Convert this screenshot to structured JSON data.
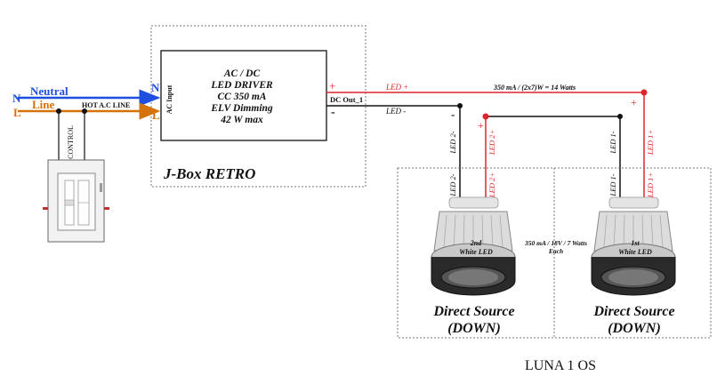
{
  "colors": {
    "neutral": "#1f4fe0",
    "line": "#d4720c",
    "positive": "#e0242a",
    "negative": "#111111"
  },
  "input": {
    "n": "N",
    "l": "L",
    "neutral": "Neutral",
    "line": "Line",
    "hot": "HOT A.C LINE",
    "control": "CONTROL"
  },
  "driver": {
    "input_label": "AC Input",
    "n": "N",
    "l": "L",
    "lines": [
      "AC / DC",
      "LED DRIVER",
      "CC 350 mA",
      "ELV Dimming",
      "42 W max"
    ],
    "output": "DC Out_1",
    "plus": "+",
    "minus": "-"
  },
  "jbox": {
    "title": "J-Box RETRO"
  },
  "wires": {
    "led_plus": "LED +",
    "led_minus": "LED -",
    "power": "350 mA / (2x7)W = 14 Watts",
    "plus": "+",
    "minus": "-",
    "led2_minus": "LED 2-",
    "led2_plus": "LED 2+",
    "led1_minus": "LED 1-",
    "led1_plus": "LED 1+"
  },
  "fixtures": [
    {
      "name": "2nd",
      "sub": "White LED",
      "label": "Direct Source",
      "dir": "(DOWN)",
      "w_minus": "LED 2-",
      "w_plus": "LED 2+"
    },
    {
      "name": "1st",
      "sub": "White LED",
      "label": "Direct Source",
      "dir": "(DOWN)",
      "w_minus": "LED 1-",
      "w_plus": "LED 1+"
    }
  ],
  "each_power": {
    "line1": "350 mA / 18V / 7 Watts",
    "line2": "Each"
  },
  "footer": "LUNA 1 OS"
}
